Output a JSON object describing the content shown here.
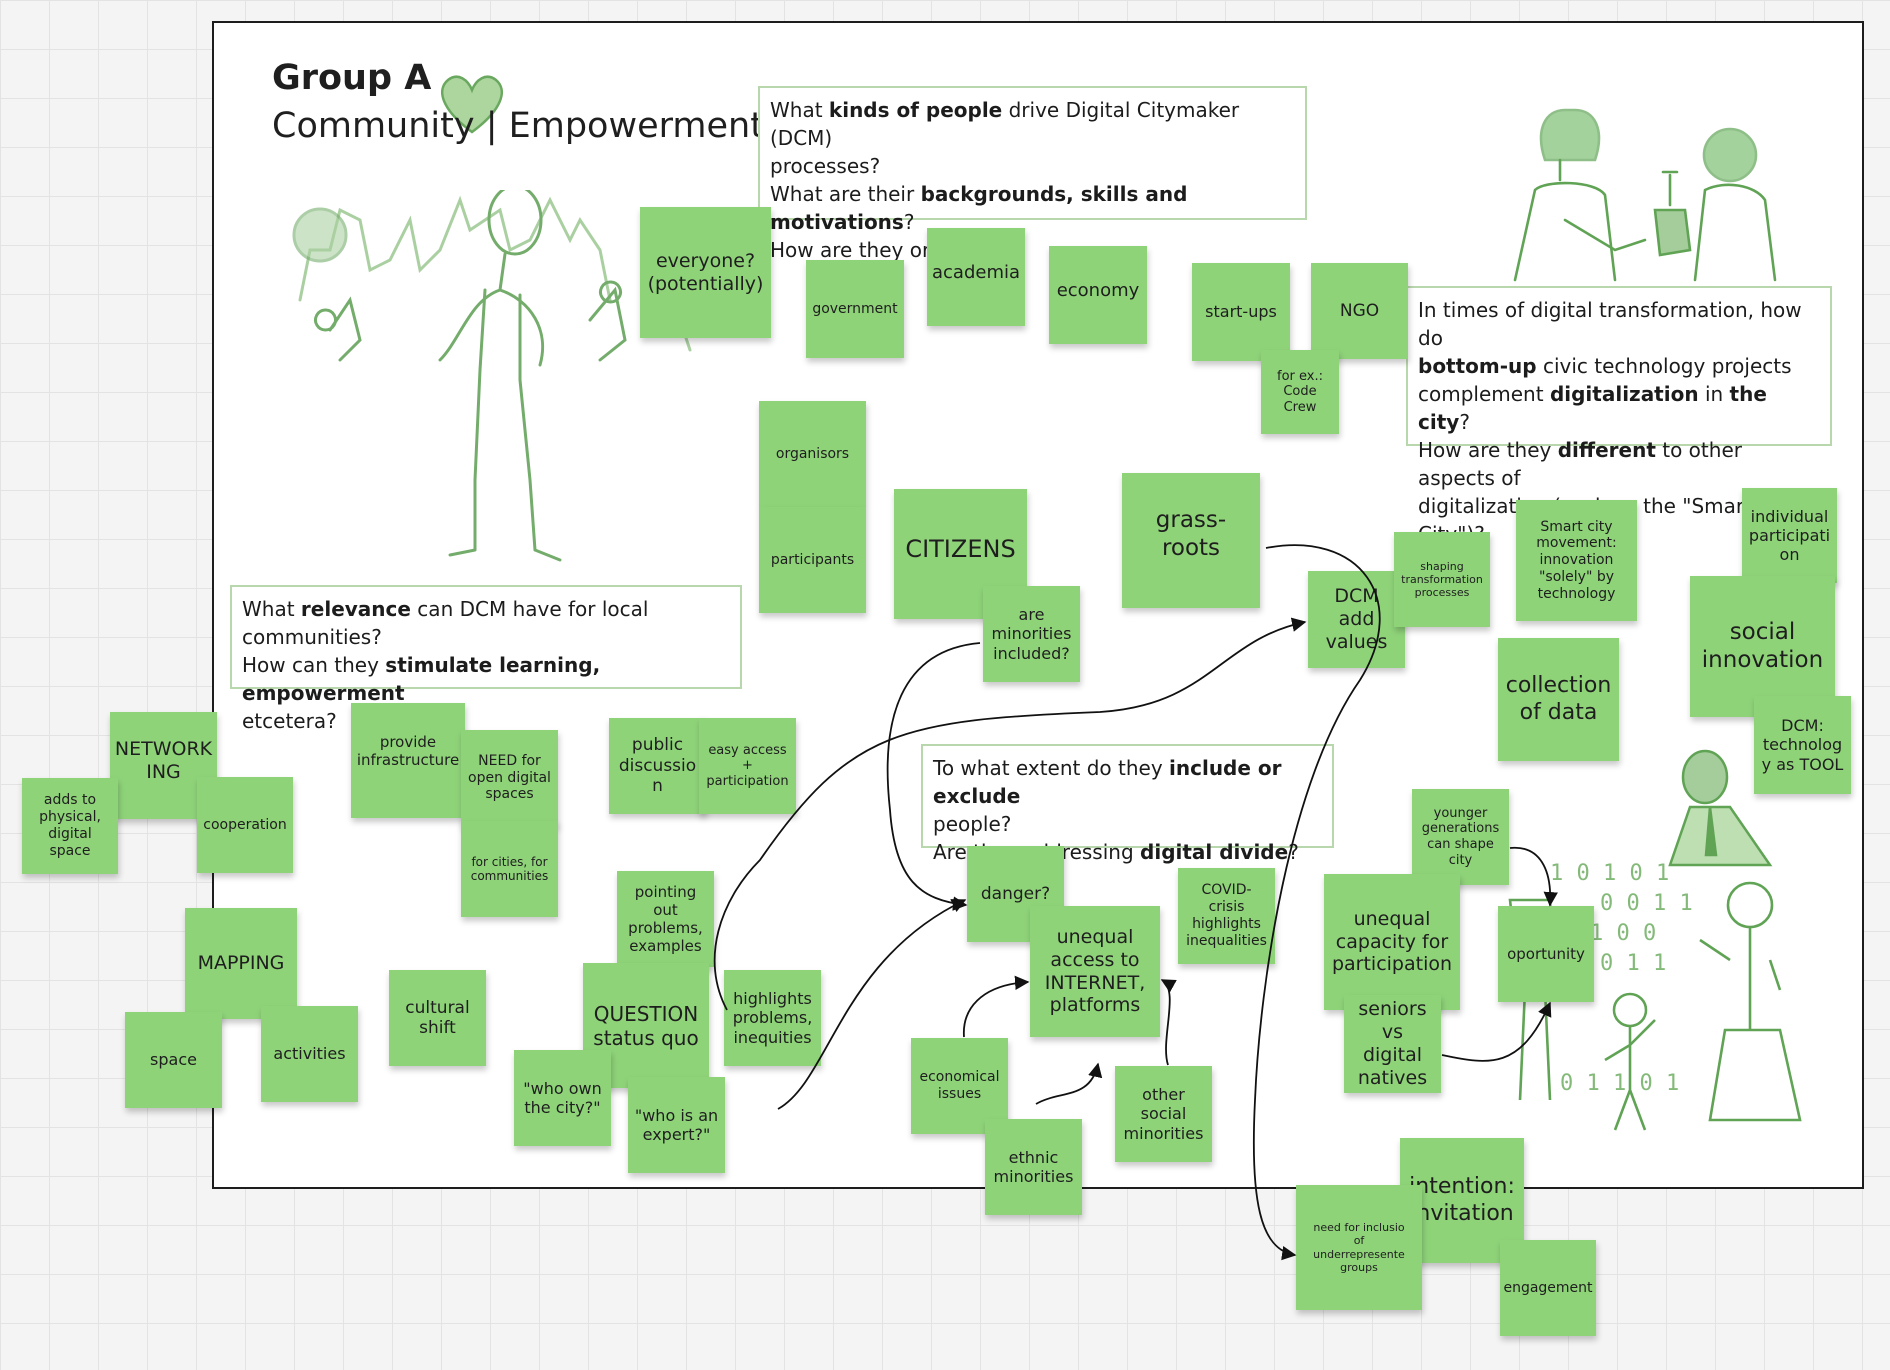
{
  "board": {
    "title": "Group A",
    "subtitle": "Community | Empowerment"
  },
  "questions": {
    "q1": {
      "l1a": "What ",
      "l1b": "kinds of people",
      "l1c": " drive Digital Citymaker (DCM)",
      "l2": "processes?",
      "l3a": "What are their ",
      "l3b": "backgrounds, skills and motivations",
      "l3c": "?",
      "l4": "How are they organized?"
    },
    "q2": {
      "l1": "In times of digital transformation, how do",
      "l2a": "bottom-up",
      "l2b": " civic technology projects",
      "l3a": "complement ",
      "l3b": "digitalization",
      "l3c": " in ",
      "l3d": "the city",
      "l3e": "?",
      "l4a": "How are they ",
      "l4b": "different",
      "l4c": " to other aspects of",
      "l5": "digitalization (such as the \"Smart City\")?"
    },
    "q3": {
      "l1a": "What ",
      "l1b": "relevance",
      "l1c": " can DCM have for local communities?",
      "l2a": "How can they ",
      "l2b": "stimulate learning, empowerment",
      "l3": "etcetera?"
    },
    "q4": {
      "l1a": "To what extent do they ",
      "l1b": "include or exclude",
      "l2": "people?",
      "l3a": "Are they addressing ",
      "l3b": "digital divide",
      "l3c": "?"
    }
  },
  "notes": {
    "everyone": "everyone?\n(potentially)",
    "government": "government",
    "academia": "academia",
    "economy": "economy",
    "startups": "start-ups",
    "ngo": "NGO",
    "codecrew": "for ex.:\nCode\nCrew",
    "organisors": "organisors",
    "participants": "participants",
    "citizens": "CITIZENS",
    "minorities": "are\nminorities\nincluded?",
    "grassroots": "grass-\nroots",
    "dcmvalues": "DCM\nadd\nvalues",
    "shaping": "shaping\ntransformation\nprocesses",
    "smartcity": "Smart city\nmovement:\ninnovation\n\"solely\" by\ntechnology",
    "individual": "individual\nparticipati\non",
    "socialinno": "social\ninnovation",
    "collection": "collection\nof data",
    "dcmtool": "DCM:\ntechnolog\ny as TOOL",
    "networking": "NETWORK\nING",
    "addsto": "adds to\nphysical,\ndigital\nspace",
    "cooperation": "cooperation",
    "infrastructure": "provide\ninfrastructure",
    "needfor": "NEED for\nopen digital\nspaces",
    "forcities": "for cities, for\ncommunities",
    "publicdisc": "public\ndiscussio\nn",
    "easyaccess": "easy access\n+\nparticipation",
    "mapping": "MAPPING",
    "space": "space",
    "activities": "activities",
    "cultural": "cultural\nshift",
    "pointing": "pointing\nout\nproblems,\nexamples",
    "question": "QUESTION\nstatus quo",
    "highlights": "highlights\nproblems,\ninequities",
    "whoown": "\"who own\nthe city?\"",
    "whoexpert": "\"who is an\nexpert?\"",
    "danger": "danger?",
    "unequal": "unequal\naccess to\nINTERNET,\nplatforms",
    "covid": "COVID-\ncrisis\nhighlights\ninequalities",
    "economical": "economical\nissues",
    "ethnic": "ethnic\nminorities",
    "othersocial": "other\nsocial\nminorities",
    "younger": "younger\ngenerations\ncan shape\ncity",
    "unequalcap": "unequal\ncapacity for\nparticipation",
    "opportunity": "oportunity",
    "seniors": "seniors\nvs digital\nnatives",
    "intention": "intention:\ninvitation",
    "needincl": "need for inclusio\nof\nunderrepresente\ngroups",
    "engagement": "engagement"
  },
  "colors": {
    "note": "#8fd379",
    "sketch": "#4f9a43",
    "frame": "#1d1d1d",
    "question_border": "#b9d7ad"
  },
  "icons": [
    "heart-sketch",
    "person-sketch",
    "two-women-sketch",
    "kids-sketch",
    "person-with-tie-sketch"
  ]
}
